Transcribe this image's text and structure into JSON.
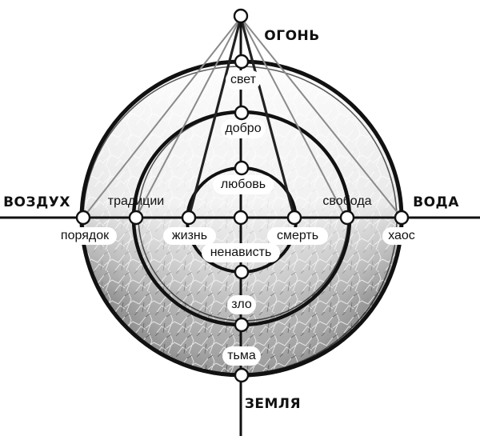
{
  "elements": {
    "fire": "ОГОНЬ",
    "air": "ВОЗДУХ",
    "water": "ВОДА",
    "earth": "ЗЕМЛЯ"
  },
  "labels": {
    "light": "свет",
    "good": "добро",
    "love": "любовь",
    "traditions": "традиции",
    "freedom": "свобода",
    "order": "порядок",
    "life": "жизнь",
    "death": "смерть",
    "chaos": "хаос",
    "hatred": "ненависть",
    "evil": "зло",
    "darkness": "тьма"
  }
}
